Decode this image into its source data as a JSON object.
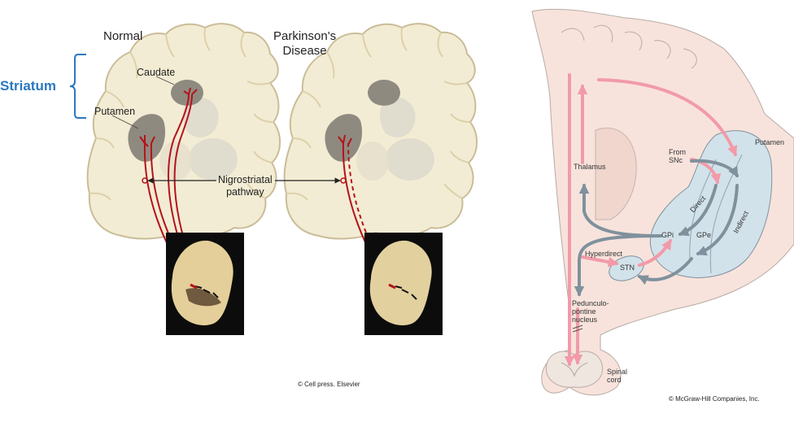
{
  "left_figure": {
    "label_striatum": "Striatum",
    "title_normal": "Normal",
    "title_pd_line1": "Parkinson's",
    "title_pd_line2": "Disease",
    "label_caudate": "Caudate",
    "label_putamen": "Putamen",
    "label_pathway_line1": "Nigrostriatal",
    "label_pathway_line2": "pathway",
    "credit": "© Cell press. Elsevier"
  },
  "right_figure": {
    "label_putamen": "Putamen",
    "label_from_snc_1": "From",
    "label_from_snc_2": "SNc",
    "label_thalamus": "Thalamus",
    "label_direct": "Direct",
    "label_indirect": "Indirect",
    "label_gpi": "GPi",
    "label_gpe": "GPe",
    "label_hyperdirect": "Hyperdirect",
    "label_stn": "STN",
    "label_ppn_1": "Pedunculo-",
    "label_ppn_2": "pontine",
    "label_ppn_3": "nucleus",
    "label_spinal_1": "Spinal",
    "label_spinal_2": "cord",
    "credit": "© McGraw-Hill Companies, Inc."
  },
  "colors": {
    "striatum_label": "#2a79c0",
    "brain_tissue": "#f3ecd4",
    "brain_outline": "#c9bd98",
    "nuclei": "#8f8a80",
    "pathway": "#b5121b",
    "excitatory_arrow": "#f29aa8",
    "inhibitory_arrow": "#7f919d",
    "basal_ganglia": "#d2e2ea"
  }
}
